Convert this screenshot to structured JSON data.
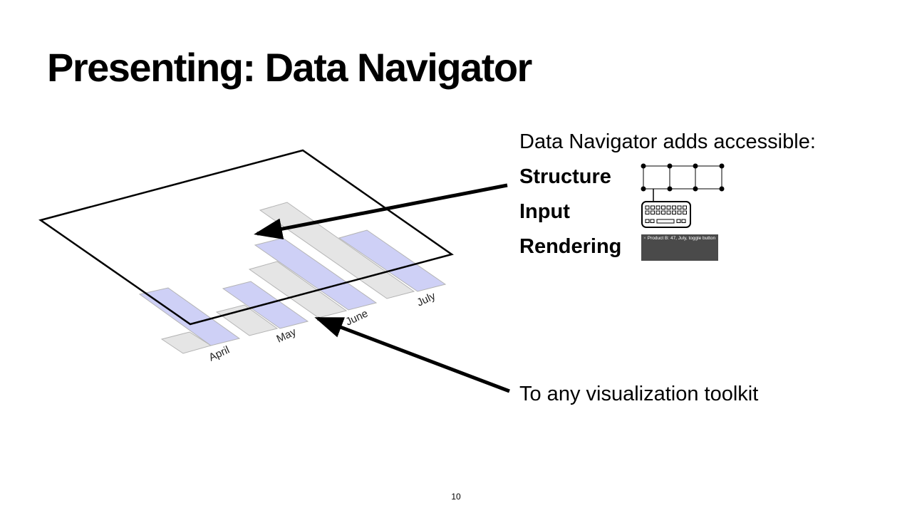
{
  "title": "Presenting: Data Navigator",
  "intro": "Data Navigator adds accessible:",
  "features": [
    {
      "label": "Structure",
      "icon": "structure-graph-icon"
    },
    {
      "label": "Input",
      "icon": "keyboard-icon"
    },
    {
      "label": "Rendering",
      "icon": "tooltip-rendering-icon"
    }
  ],
  "tooltip": {
    "close": "×",
    "text": "Product B: 47, July, toggle button"
  },
  "toolkit_text": "To any visualization toolkit",
  "chart": {
    "months": [
      "April",
      "May",
      "June",
      "July"
    ],
    "colors": {
      "product_a": "#e0e0e0",
      "product_b": "#c6c8f5",
      "stroke": "#b4b4b4"
    }
  },
  "page_number": "10"
}
